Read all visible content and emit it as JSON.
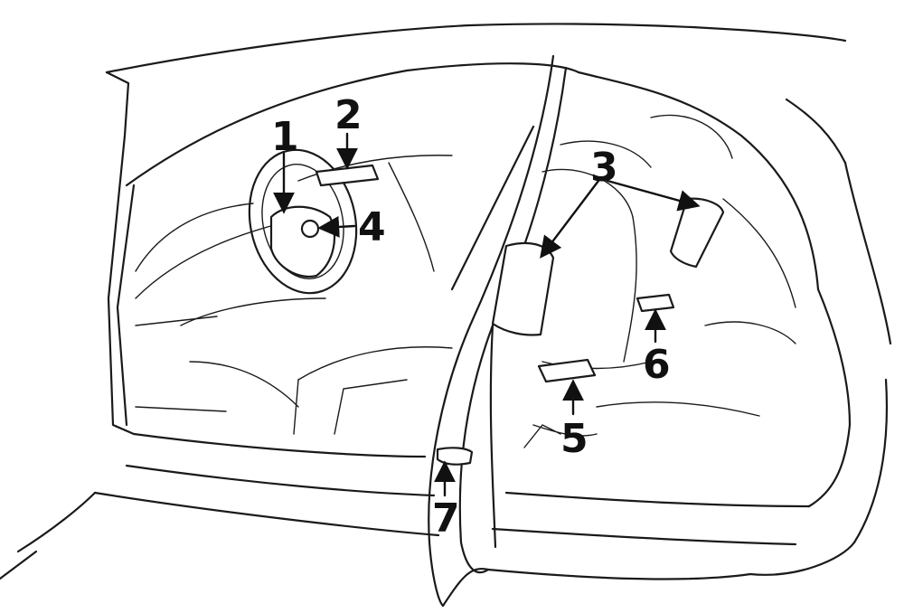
{
  "callouts": [
    {
      "id": "1",
      "label": "1"
    },
    {
      "id": "2",
      "label": "2"
    },
    {
      "id": "3",
      "label": "3"
    },
    {
      "id": "4",
      "label": "4"
    },
    {
      "id": "5",
      "label": "5"
    },
    {
      "id": "6",
      "label": "6"
    },
    {
      "id": "7",
      "label": "7"
    }
  ],
  "colors": {
    "ink": "#1a1a1a",
    "background": "#ffffff"
  }
}
